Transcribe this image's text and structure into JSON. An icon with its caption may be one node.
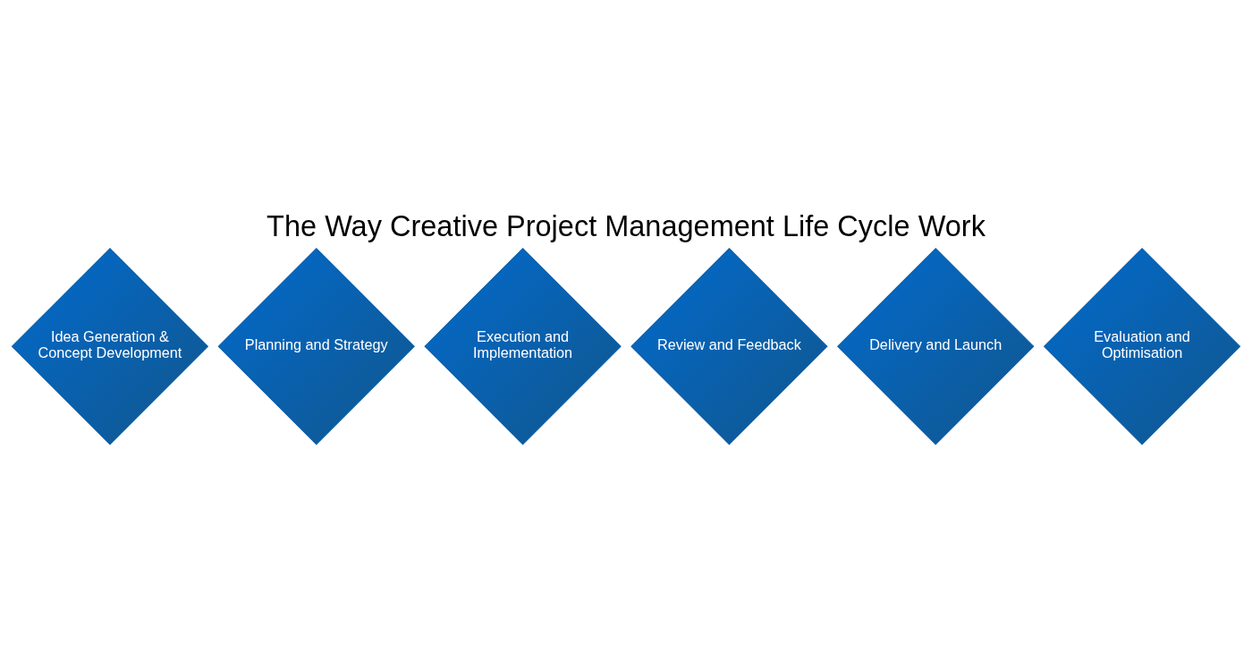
{
  "diagram": {
    "title": "The Way Creative Project Management Life Cycle Work",
    "nodes": [
      {
        "text": [
          "Idea Generation & Concept Development"
        ]
      },
      {
        "text": [
          "Planning and Strategy"
        ]
      },
      {
        "text": [
          "Execution and Implementation"
        ]
      },
      {
        "text": [
          "Review and Feedback"
        ]
      },
      {
        "text": [
          "Delivery and Launch"
        ]
      },
      {
        "text": [
          "Evaluation and Optimisation"
        ]
      }
    ]
  }
}
